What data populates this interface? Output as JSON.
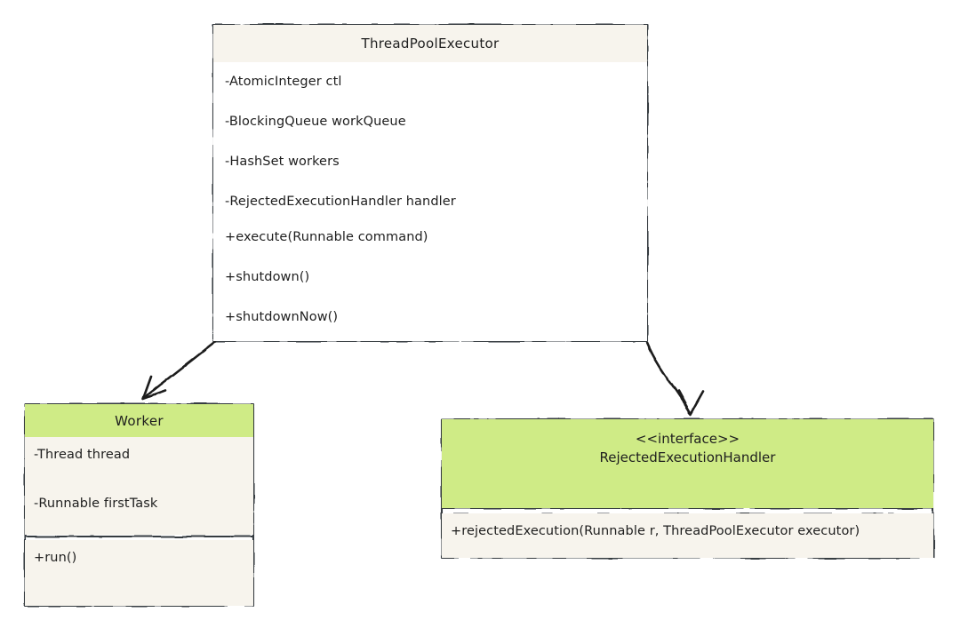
{
  "diagram": {
    "type": "uml-class-diagram",
    "style": "hand-drawn",
    "colors": {
      "stroke": "#343a40",
      "header_cream": "#f7f4ed",
      "header_green": "#cfeb86",
      "body_white": "#ffffff",
      "body_cream": "#f7f4ed",
      "text": "#1e1e1e"
    },
    "classes": [
      {
        "id": "thread-pool-executor",
        "name": "ThreadPoolExecutor",
        "stereotype": "",
        "header_fill": "#f7f4ed",
        "attributes": [
          "-AtomicInteger ctl",
          "-BlockingQueue workQueue",
          "-HashSet workers",
          "-RejectedExecutionHandler handler"
        ],
        "methods": [
          "+execute(Runnable command)",
          "+shutdown()",
          "+shutdownNow()"
        ]
      },
      {
        "id": "worker",
        "name": "Worker",
        "stereotype": "",
        "header_fill": "#cfeb86",
        "attributes": [
          "-Thread thread",
          "-Runnable firstTask"
        ],
        "methods": [
          "+run()"
        ]
      },
      {
        "id": "rejected-execution-handler",
        "name": "RejectedExecutionHandler",
        "stereotype": "<<interface>>",
        "header_fill": "#cfeb86",
        "attributes": [],
        "methods": [
          "+rejectedExecution(Runnable r, ThreadPoolExecutor executor)"
        ]
      }
    ],
    "relations": [
      {
        "id": "tpe-to-worker",
        "from": "thread-pool-executor",
        "to": "worker",
        "arrow": "open-arrow",
        "label": ""
      },
      {
        "id": "tpe-to-handler",
        "from": "thread-pool-executor",
        "to": "rejected-execution-handler",
        "arrow": "open-arrow",
        "label": ""
      }
    ]
  }
}
